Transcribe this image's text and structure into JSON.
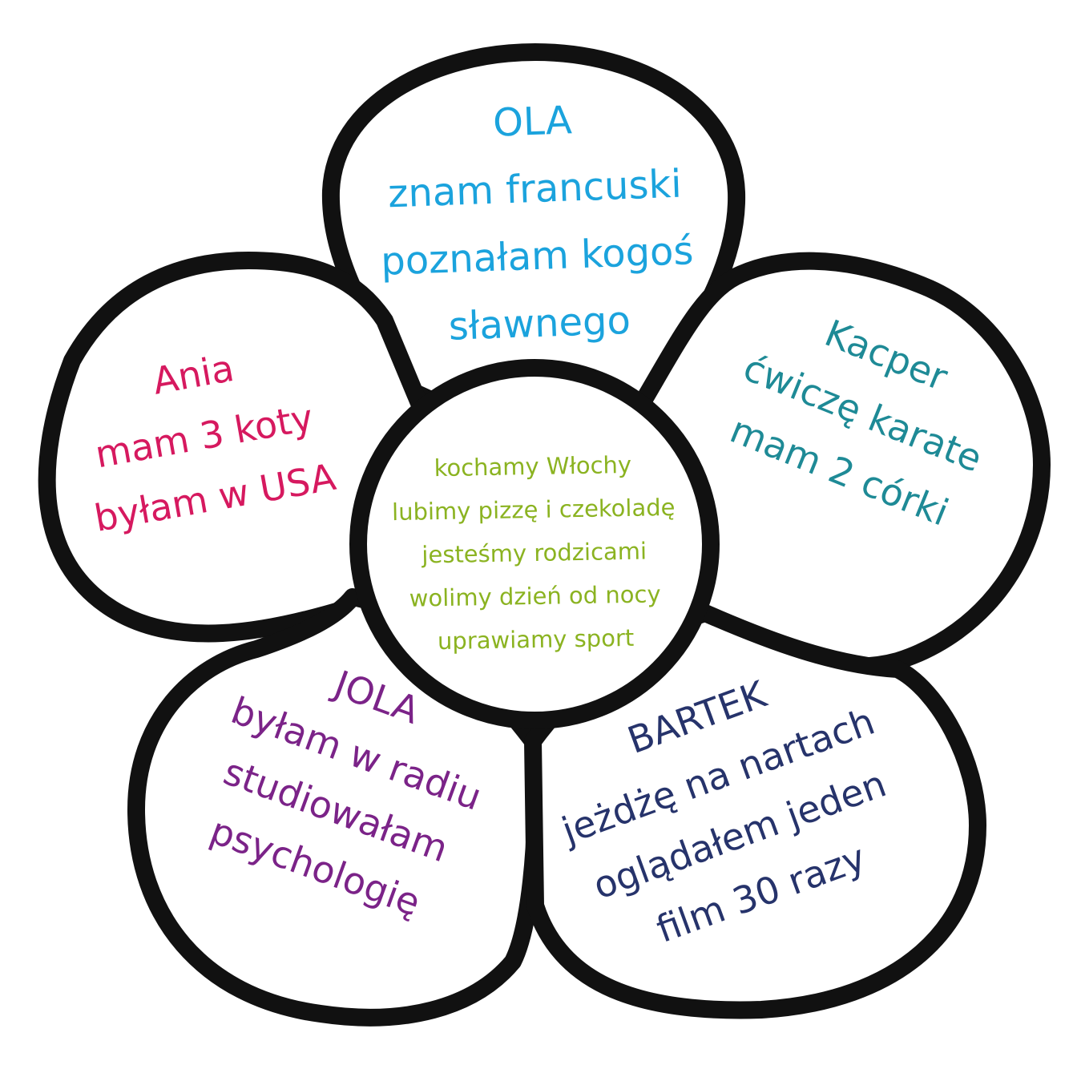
{
  "petals": {
    "top": {
      "color": "#1ba3dd",
      "lines": [
        "OLA",
        "znam francuski",
        "poznałam kogoś",
        "sławnego"
      ]
    },
    "left": {
      "color": "#d6195f",
      "lines": [
        "Ania",
        "mam 3 koty",
        "byłam w USA"
      ]
    },
    "right": {
      "color": "#1e8a96",
      "lines": [
        "Kacper",
        "ćwiczę karate",
        "mam 2 córki"
      ]
    },
    "bottom_left": {
      "color": "#7b2388",
      "lines": [
        "JOLA",
        "byłam w radiu",
        "studiowałam",
        "psychologię"
      ]
    },
    "bottom_right": {
      "color": "#26336b",
      "lines": [
        "BARTEK",
        "jeżdżę na nartach",
        "oglądałem jeden",
        "film 30 razy"
      ]
    }
  },
  "center": {
    "color": "#8bb321",
    "lines": [
      "kochamy Włochy",
      "lubimy pizzę i czekoladę",
      "jesteśmy rodzicami",
      "wolimy dzień od nocy",
      "uprawiamy sport"
    ]
  },
  "outline_color": "#111111"
}
